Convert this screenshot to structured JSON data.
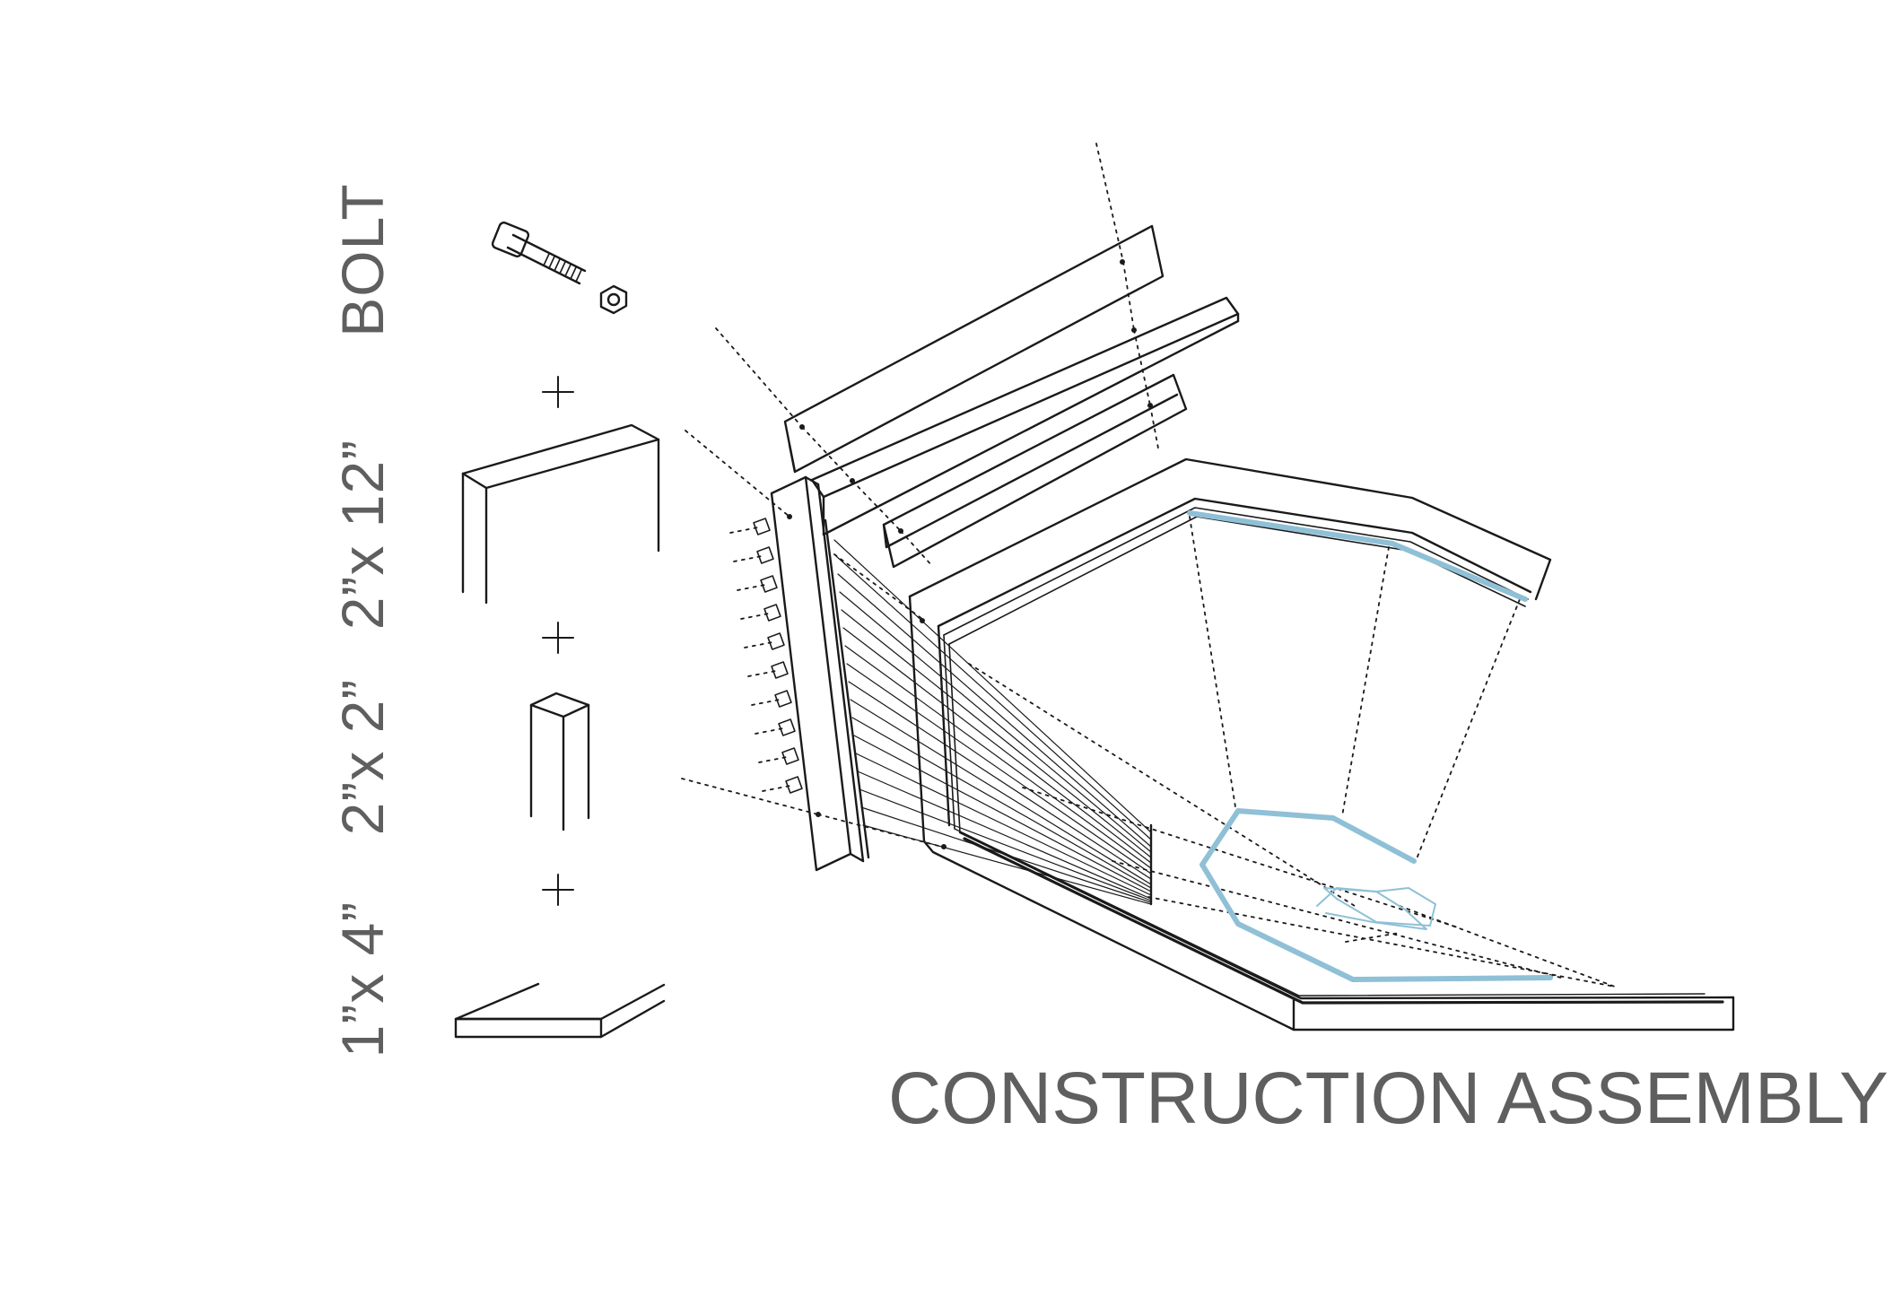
{
  "title": "CONSTRUCTION ASSEMBLY",
  "components": {
    "bolt": "BOLT",
    "board_2x12": "2”x 12”",
    "post_2x2": "2”x 2”",
    "board_1x4": "1”x 4”"
  },
  "plus_symbol": "+",
  "colors": {
    "line": "#1a1a1a",
    "label": "#5f5f5f",
    "accent": "#8fc0d6"
  }
}
